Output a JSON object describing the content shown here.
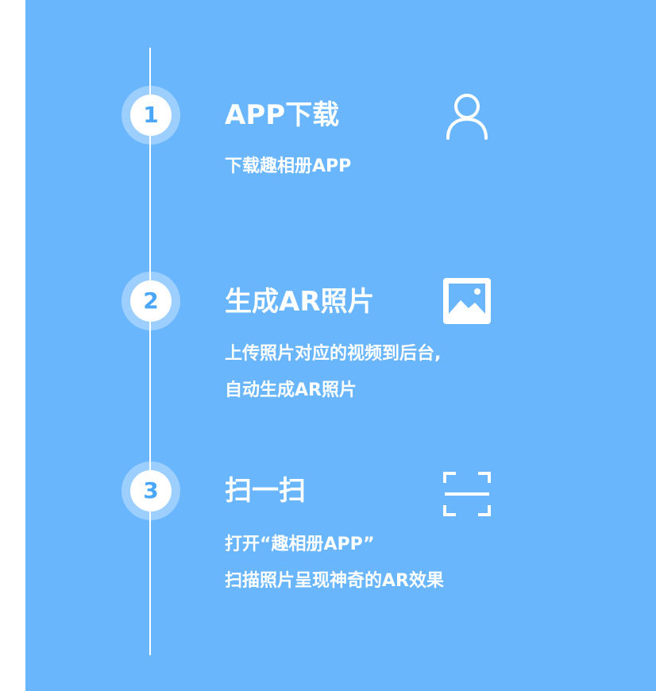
{
  "steps": [
    {
      "number": "1",
      "title": "APP下载",
      "lines": [
        "下载趣相册APP"
      ],
      "icon": "user-icon"
    },
    {
      "number": "2",
      "title": "生成AR照片",
      "lines": [
        "上传照片对应的视频到后台,",
        "自动生成AR照片"
      ],
      "icon": "image-icon"
    },
    {
      "number": "3",
      "title": "扫一扫",
      "lines": [
        "打开“趣相册APP”",
        "扫描照片呈现神奇的AR效果"
      ],
      "icon": "scan-icon"
    }
  ],
  "colors": {
    "background": "#69b6fd",
    "accent": "#4aa6f8",
    "foreground": "#ffffff"
  }
}
